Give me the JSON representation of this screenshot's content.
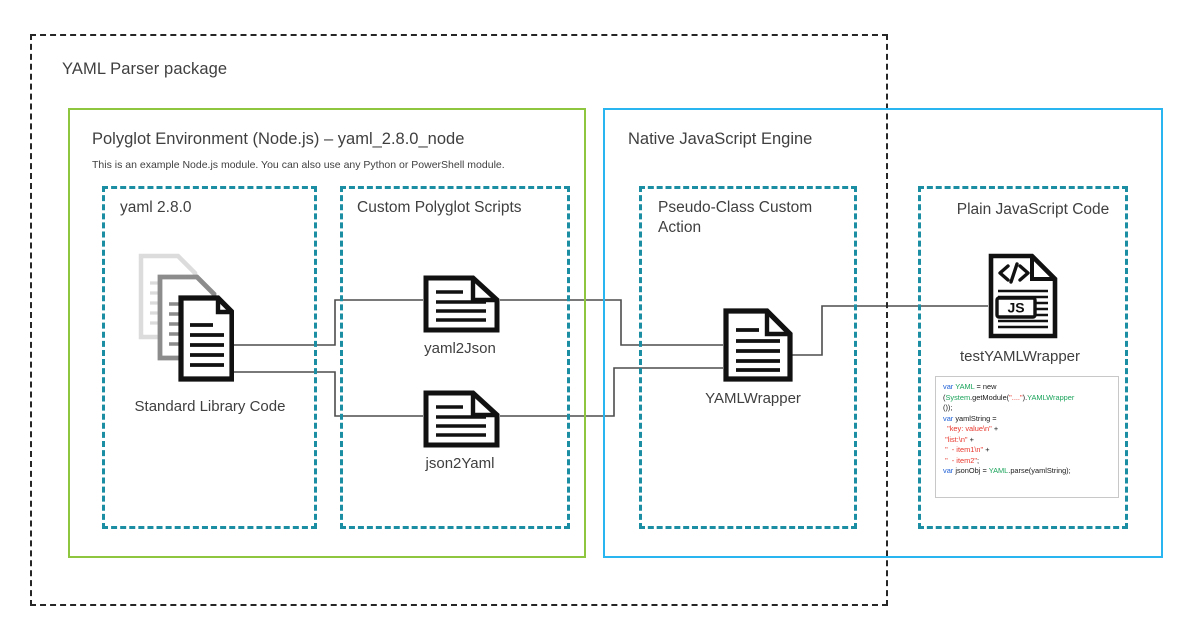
{
  "diagram": {
    "title": "YAML Parser package architecture diagram",
    "outer_package": {
      "label": "YAML Parser package"
    },
    "environments": [
      {
        "id": "polyglot",
        "label": "Polyglot Environment (Node.js) – yaml_2.8.0_node",
        "subtitle": "This is an example Node.js module. You can also use any Python or PowerShell module.",
        "color": "#8ec640"
      },
      {
        "id": "native-js",
        "label": "Native JavaScript Engine",
        "subtitle": "",
        "color": "#29b6f0"
      }
    ],
    "panels": [
      {
        "id": "yaml-lib",
        "label": "yaml 2.8.0",
        "color": "#1b8ea3"
      },
      {
        "id": "scripts",
        "label": "Custom Polyglot Scripts",
        "color": "#1b8ea3"
      },
      {
        "id": "pseudo",
        "label": "Pseudo-Class Custom Action",
        "color": "#1b8ea3"
      },
      {
        "id": "plain-js",
        "label": "Plain JavaScript Code",
        "color": "#1b8ea3"
      }
    ],
    "nodes": [
      {
        "id": "stdlib",
        "label": "Standard Library Code",
        "icon": "stacked-documents-icon"
      },
      {
        "id": "yaml2json",
        "label": "yaml2Json",
        "icon": "document-icon"
      },
      {
        "id": "json2yaml",
        "label": "json2Yaml",
        "icon": "document-icon"
      },
      {
        "id": "yamlwrapper",
        "label": "YAMLWrapper",
        "icon": "document-icon"
      },
      {
        "id": "testwrapper",
        "label": "testYAMLWrapper",
        "icon": "javascript-document-icon"
      }
    ],
    "connections": [
      {
        "from": "stdlib",
        "to": "yaml2Json"
      },
      {
        "from": "stdlib",
        "to": "json2Yaml"
      },
      {
        "from": "yaml2Json",
        "to": "YAMLWrapper"
      },
      {
        "from": "json2Yaml",
        "to": "YAMLWrapper"
      },
      {
        "from": "YAMLWrapper",
        "to": "testYAMLWrapper"
      }
    ],
    "code_snippet": {
      "language": "javascript",
      "lines": [
        [
          {
            "t": "var ",
            "c": "kw"
          },
          {
            "t": "YAML",
            "c": "cls"
          },
          {
            "t": " = new",
            "c": "pln"
          }
        ],
        [
          {
            "t": "(",
            "c": "pln"
          },
          {
            "t": "System",
            "c": "cls"
          },
          {
            "t": ".getModule(",
            "c": "pln"
          },
          {
            "t": "\"....\"",
            "c": "str"
          },
          {
            "t": ").",
            "c": "pln"
          },
          {
            "t": "YAMLWrapper",
            "c": "cls"
          }
        ],
        [
          {
            "t": "());",
            "c": "pln"
          }
        ],
        [
          {
            "t": "var ",
            "c": "kw"
          },
          {
            "t": "yamlString =",
            "c": "pln"
          }
        ],
        [
          {
            "t": "  ",
            "c": "pln"
          },
          {
            "t": "\"key: value\\n\"",
            "c": "str"
          },
          {
            "t": " +",
            "c": "pln"
          }
        ],
        [
          {
            "t": " ",
            "c": "pln"
          },
          {
            "t": "\"list:\\n\"",
            "c": "str"
          },
          {
            "t": " +",
            "c": "pln"
          }
        ],
        [
          {
            "t": " ",
            "c": "pln"
          },
          {
            "t": "\"  - item1\\n\"",
            "c": "str"
          },
          {
            "t": " +",
            "c": "pln"
          }
        ],
        [
          {
            "t": " ",
            "c": "pln"
          },
          {
            "t": "\"  - item2\"",
            "c": "str"
          },
          {
            "t": ";",
            "c": "pln"
          }
        ],
        [
          {
            "t": "var ",
            "c": "kw"
          },
          {
            "t": "jsonObj = ",
            "c": "pln"
          },
          {
            "t": "YAML",
            "c": "cls"
          },
          {
            "t": ".parse(yamlString);",
            "c": "pln"
          }
        ]
      ]
    },
    "colors": {
      "outer_dash": "#262626",
      "green": "#8ec640",
      "cyan": "#29b6f0",
      "teal_dash": "#1b8ea3",
      "text": "#3f3f3f",
      "wire": "#4d4d4d",
      "doc_dark": "#111111",
      "doc_mid": "#8c8c8c",
      "doc_light": "#dcdcdc"
    }
  }
}
